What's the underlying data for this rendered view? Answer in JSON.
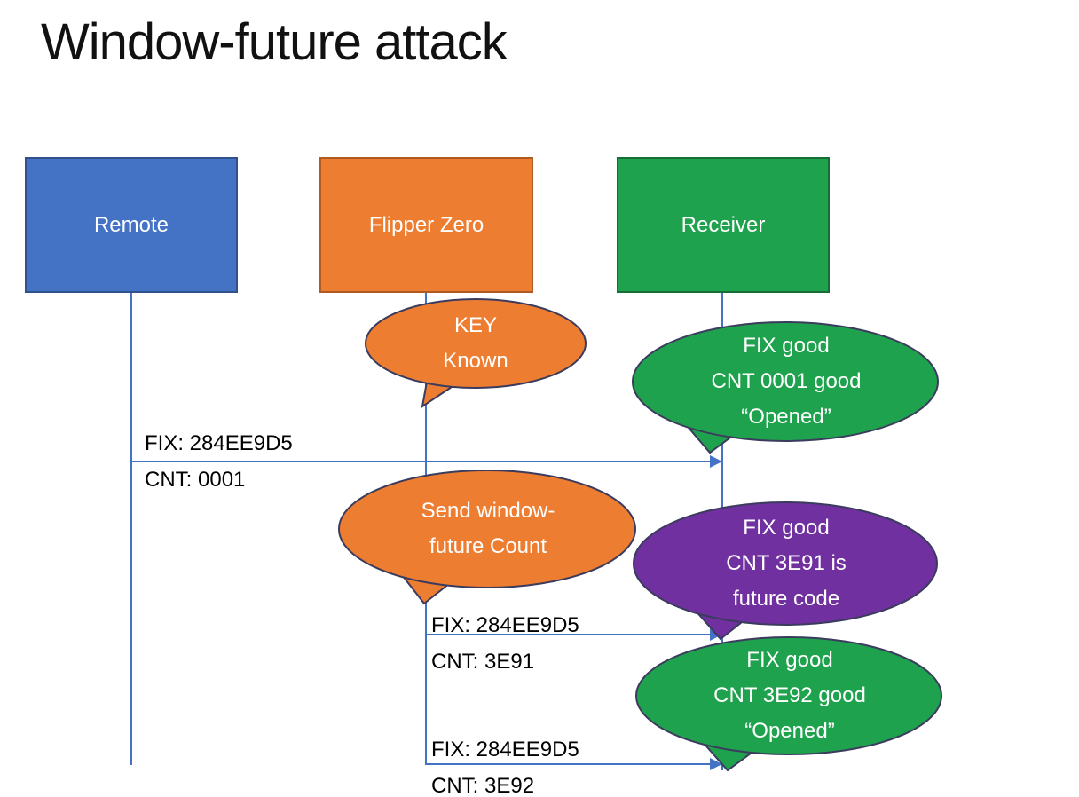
{
  "title": "Window-future attack",
  "colors": {
    "line": "#4472C4",
    "bubble_stroke": "#3B3B5E",
    "message_text": "#000000",
    "title_text": "#111111",
    "text_on_fill": "#FFFFFF"
  },
  "actors": [
    {
      "label": "Remote",
      "fill": "#4472C4",
      "border": "#2F528F"
    },
    {
      "label": "Flipper Zero",
      "fill": "#ED7D31",
      "border": "#AE5A21"
    },
    {
      "label": "Receiver",
      "fill": "#1FA24D",
      "border": "#156E35"
    }
  ],
  "bubbles": [
    {
      "name": "key-known",
      "fill": "#ED7D31",
      "lines": [
        "KEY",
        "Known"
      ]
    },
    {
      "name": "fix-cnt-0001-good",
      "fill": "#1FA24D",
      "lines": [
        "FIX good",
        "CNT 0001 good",
        "“Opened”"
      ]
    },
    {
      "name": "send-window-future",
      "fill": "#ED7D31",
      "lines": [
        "Send window-",
        "future Count"
      ]
    },
    {
      "name": "fix-cnt-3e91-future",
      "fill": "#7030A0",
      "lines": [
        "FIX good",
        "CNT 3E91 is",
        "future code"
      ]
    },
    {
      "name": "fix-cnt-3e92-good",
      "fill": "#1FA24D",
      "lines": [
        "FIX good",
        "CNT 3E92 good",
        "“Opened”"
      ]
    }
  ],
  "messages": [
    {
      "lines": [
        "FIX: 284EE9D5",
        "CNT: 0001"
      ]
    },
    {
      "lines": [
        "FIX: 284EE9D5",
        "CNT: 3E91"
      ]
    },
    {
      "lines": [
        "FIX: 284EE9D5",
        "CNT: 3E92"
      ]
    }
  ]
}
